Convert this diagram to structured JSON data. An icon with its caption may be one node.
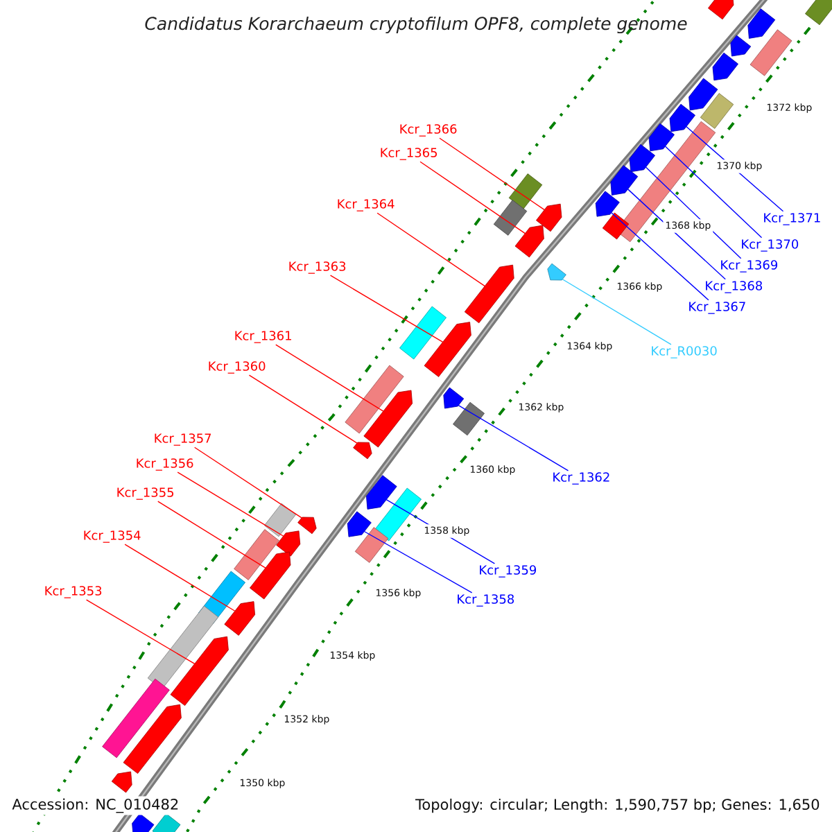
{
  "diagram": {
    "title": "Candidatus Korarchaeum cryptofilum OPF8, complete genome",
    "nodes": [
      {
        "text": [
          "Kcr_1366"
        ]
      },
      {
        "text": [
          "Kcr_1365"
        ]
      },
      {
        "text": [
          "Kcr_1364"
        ]
      },
      {
        "text": [
          "Kcr_1371"
        ]
      },
      {
        "text": [
          "Kcr_1370"
        ]
      },
      {
        "text": [
          "Kcr_1369"
        ]
      },
      {
        "text": [
          "Kcr_1363"
        ]
      },
      {
        "text": [
          "Kcr_1368"
        ]
      },
      {
        "text": [
          "Kcr_1367"
        ]
      },
      {
        "text": [
          "Kcr_1361"
        ]
      },
      {
        "text": [
          "Kcr_R0030"
        ]
      },
      {
        "text": [
          "Kcr_1360"
        ]
      },
      {
        "text": [
          "Kcr_1357"
        ]
      },
      {
        "text": [
          "Kcr_1356"
        ]
      },
      {
        "text": [
          "Kcr_1362"
        ]
      },
      {
        "text": [
          "Kcr_1355"
        ]
      },
      {
        "text": [
          "Kcr_1354"
        ]
      },
      {
        "text": [
          "Kcr_1359"
        ]
      },
      {
        "text": [
          "Kcr_1353"
        ]
      },
      {
        "text": [
          "Kcr_1358"
        ]
      },
      {
        "text": [],
        "shape": "arrow"
      },
      {
        "text": [],
        "shape": "arrow"
      },
      {
        "text": [],
        "shape": "arrow"
      },
      {
        "text": [],
        "shape": "arrow"
      },
      {
        "text": [],
        "shape": "arrow"
      },
      {
        "text": [],
        "shape": "arrow"
      },
      {
        "text": [],
        "shape": "arrow"
      },
      {
        "text": [],
        "shape": "arrow"
      },
      {
        "text": [],
        "shape": "arrow"
      },
      {
        "text": [],
        "shape": "arrow"
      },
      {
        "text": [],
        "shape": "arrow"
      },
      {
        "text": [],
        "shape": "arrow"
      },
      {
        "text": [],
        "shape": "arrow"
      },
      {
        "text": [],
        "shape": "arrow"
      },
      {
        "text": [],
        "shape": "arrow"
      },
      {
        "text": [],
        "shape": "arrow"
      },
      {
        "text": [],
        "shape": "arrow"
      },
      {
        "text": [],
        "shape": "arrow"
      },
      {
        "text": [],
        "shape": "arrow"
      },
      {
        "text": [],
        "shape": "arrow"
      },
      {
        "text": [],
        "shape": "arrow"
      },
      {
        "text": [],
        "shape": "arrow"
      },
      {
        "text": [],
        "shape": "arrow"
      },
      {
        "text": [],
        "shape": "arrow"
      },
      {
        "text": [],
        "shape": "arrow"
      },
      {
        "text": [],
        "shape": "arrow"
      }
    ],
    "edges": [
      {
        "from": 0,
        "to": 29,
        "arrow": "none"
      },
      {
        "from": 1,
        "to": 30,
        "arrow": "none"
      },
      {
        "from": 2,
        "to": 32,
        "arrow": "none"
      },
      {
        "from": 3,
        "to": 24,
        "arrow": "none",
        "color": "#0000ff"
      },
      {
        "from": 4,
        "to": 25,
        "arrow": "none",
        "color": "#0000ff"
      },
      {
        "from": 5,
        "to": 26,
        "arrow": "none",
        "color": "#0000ff"
      },
      {
        "from": 6,
        "to": 33,
        "arrow": "none"
      },
      {
        "from": 7,
        "to": 27,
        "arrow": "none",
        "color": "#0000ff"
      },
      {
        "from": 8,
        "to": 28,
        "arrow": "none",
        "color": "#0000ff"
      },
      {
        "from": 9,
        "to": 35,
        "arrow": "none"
      },
      {
        "from": 10,
        "to": 31,
        "arrow": "none",
        "color": "#33ccff"
      },
      {
        "from": 11,
        "to": 36,
        "arrow": "none"
      },
      {
        "from": 12,
        "to": 38,
        "arrow": "none"
      },
      {
        "from": 13,
        "to": 40,
        "arrow": "none"
      },
      {
        "from": 14,
        "to": 34,
        "arrow": "none",
        "color": "#0000ff"
      },
      {
        "from": 15,
        "to": 41,
        "arrow": "none"
      },
      {
        "from": 16,
        "to": 42,
        "arrow": "none"
      },
      {
        "from": 17,
        "to": 37,
        "arrow": "none",
        "color": "#0000ff"
      },
      {
        "from": 18,
        "to": 43,
        "arrow": "none"
      },
      {
        "from": 19,
        "to": 39,
        "arrow": "none",
        "color": "#0000ff"
      }
    ],
    "labels": [
      "1372 kbp",
      "1370 kbp",
      "1368 kbp",
      "1366 kbp",
      "1364 kbp",
      "1362 kbp",
      "1360 kbp",
      "1358 kbp",
      "1356 kbp",
      "1354 kbp",
      "1352 kbp",
      "1350 kbp",
      "Accession: NC_010482",
      "Topology: circular; Length: 1,590,757 bp; Genes: 1,650"
    ]
  }
}
